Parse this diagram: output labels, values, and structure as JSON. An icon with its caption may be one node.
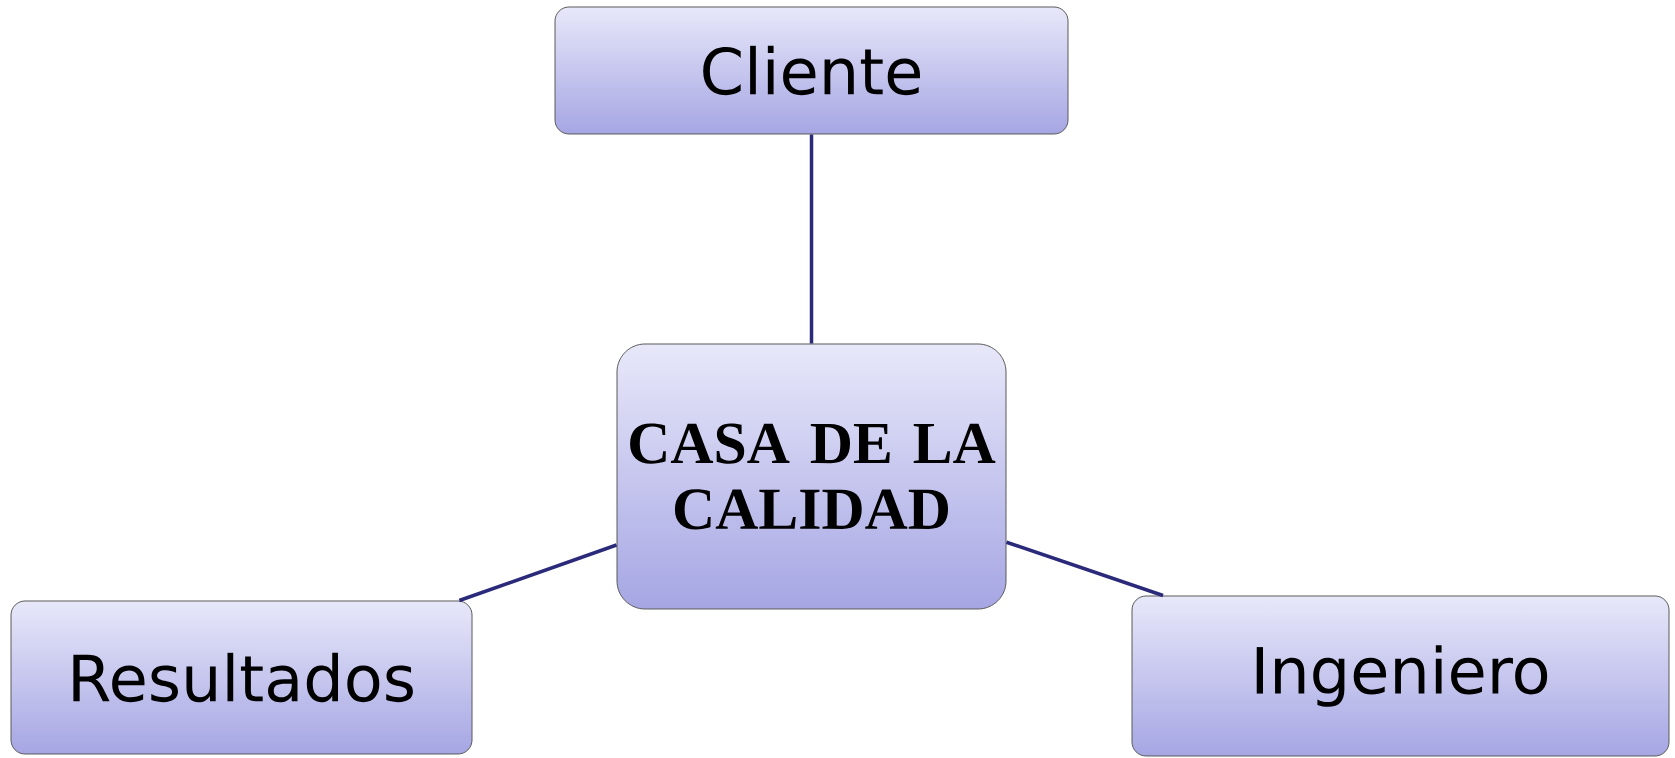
{
  "diagram": {
    "nodes": [
      {
        "text": [
          "CASA DE LA CALIDAD"
        ]
      },
      {
        "text": [
          "Cliente"
        ]
      },
      {
        "text": [
          "Resultados"
        ]
      },
      {
        "text": [
          "Ingeniero"
        ]
      }
    ],
    "edges": [
      {
        "from": 0,
        "to": 1,
        "arrow": "none"
      },
      {
        "from": 0,
        "to": 2,
        "arrow": "none"
      },
      {
        "from": 0,
        "to": 3,
        "arrow": "none"
      }
    ]
  }
}
